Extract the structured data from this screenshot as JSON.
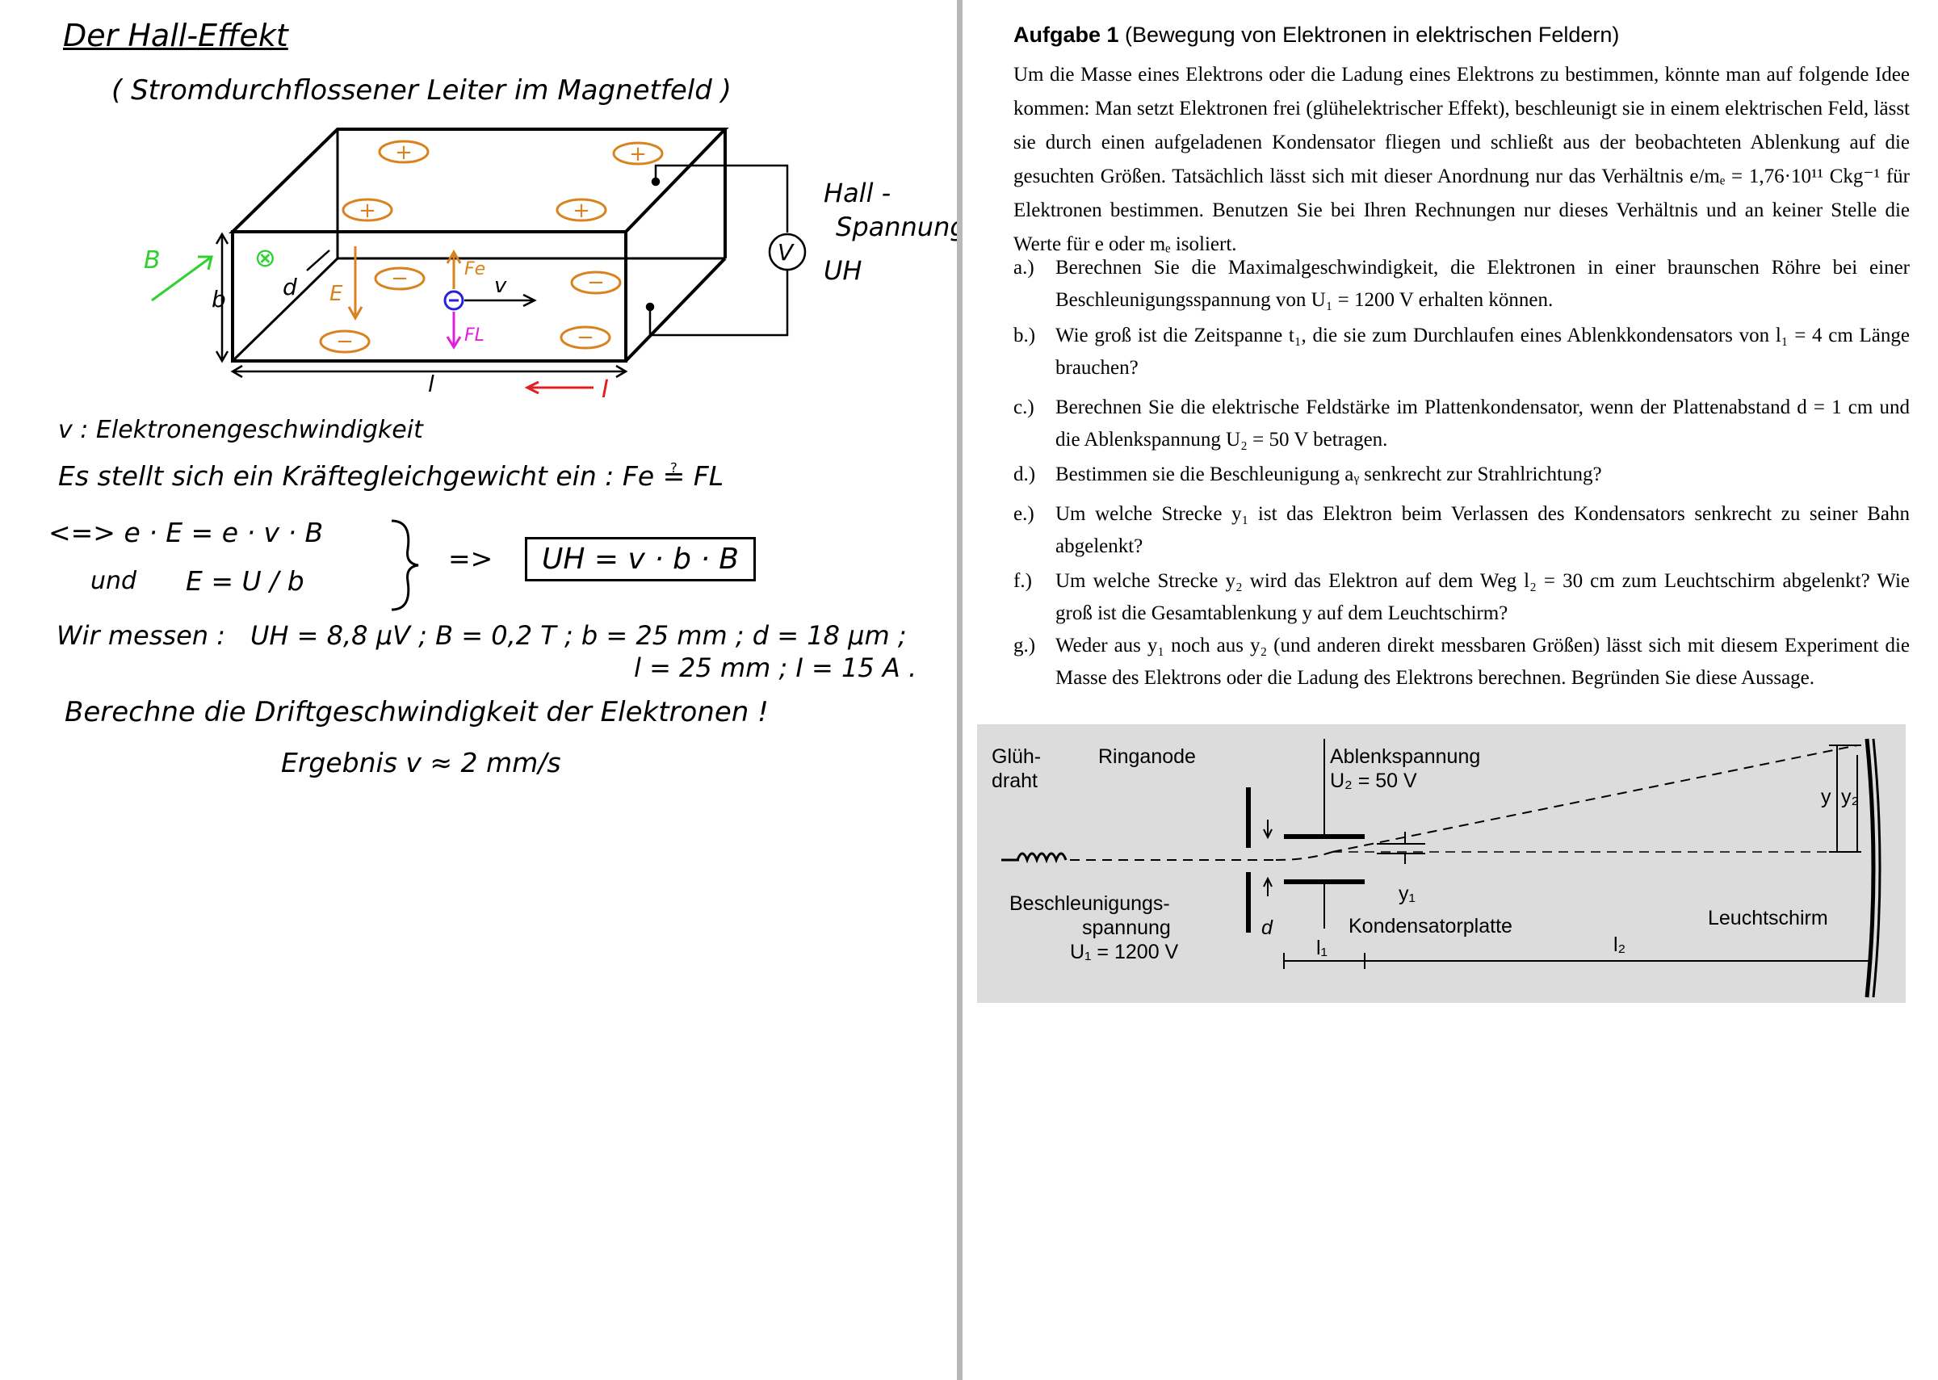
{
  "hall": {
    "title": "Der Hall-Effekt",
    "subtitle": "( Stromdurchflossener Leiter im Magnetfeld )",
    "diagram": {
      "b_vec": "B",
      "b_label": "b",
      "d_label": "d",
      "l_label": "l",
      "E_label": "E",
      "Fe_label": "Fe",
      "FL_label": "FL",
      "v_label": "v",
      "I_label": "I",
      "hall_label_1": "Hall -",
      "hall_label_2": "Spannung",
      "hall_symbol": "UH",
      "voltmeter": "V",
      "plus": "+",
      "minus": "−",
      "cross": "⊗"
    },
    "v_def": "v : Elektronengeschwindigkeit",
    "equilibrium": "Es stellt sich ein Kräftegleichgewicht ein :  Fe ≟ FL",
    "eq1": "<=>   e · E  =  e · v · B",
    "eq2_and": "und",
    "eq2": "E  =  U / b",
    "implies": "=>",
    "result_box": "UH = v · b · B",
    "measure_prefix": "Wir messen :",
    "measure_1": "UH = 8,8 μV  ;  B = 0,2 T  ;  b = 25 mm  ;  d = 18 μm ;",
    "measure_2": "l = 25 mm  ;  I = 15 A .",
    "task": "Berechne die Driftgeschwindigkeit der Elektronen !",
    "result": "Ergebnis   v ≈ 2 mm/s"
  },
  "aufgabe": {
    "number": "Aufgabe 1",
    "title": "(Bewegung von Elektronen in elektrischen Feldern)",
    "intro": "Um die Masse eines Elektrons oder die Ladung eines Elektrons zu bestimmen, könnte man auf folgende Idee kommen: Man setzt Elektronen frei (glühelektrischer Effekt), beschleunigt sie in einem elektrischen Feld, lässt sie durch einen aufgeladenen Kondensator fliegen und schließt aus der beobachteten Ablenkung auf die gesuchten Größen. Tatsächlich lässt sich mit dieser Anordnung nur das Verhältnis e/mₑ = 1,76·10¹¹ Ckg⁻¹ für Elektronen bestimmen. Benutzen Sie bei Ihren Rechnungen nur dieses Verhältnis und an keiner Stelle die Werte für e oder mₑ isoliert.",
    "questions": [
      {
        "label": "a.)",
        "text": "Berechnen Sie die Maximalgeschwindigkeit, die Elektronen in einer braunschen Röhre bei einer Beschleunigungsspannung von U₁ = 1200 V erhalten können."
      },
      {
        "label": "b.)",
        "text": "Wie groß ist die Zeitspanne t₁, die sie zum Durchlaufen eines Ablenkkondensators von l₁ = 4 cm Länge brauchen?"
      },
      {
        "label": "c.)",
        "text": "Berechnen Sie die elektrische Feldstärke im Plattenkondensator, wenn der Plattenabstand d = 1 cm und die Ablenkspannung U₂ = 50 V betragen."
      },
      {
        "label": "d.)",
        "text": "Bestimmen sie die Beschleunigung aᵧ senkrecht zur Strahlrichtung?"
      },
      {
        "label": "e.)",
        "text": "Um welche Strecke y₁ ist das Elektron beim Verlassen des Kondensators senkrecht zu seiner Bahn abgelenkt?"
      },
      {
        "label": "f.)",
        "text": "Um welche Strecke y₂ wird das Elektron auf dem Weg l₂ = 30 cm zum Leuchtschirm abgelenkt? Wie groß ist die Gesamtablenkung y auf dem Leuchtschirm?"
      },
      {
        "label": "g.)",
        "text": "Weder aus y₁ noch aus y₂ (und anderen direkt messbaren Größen) lässt sich mit diesem Experiment die Masse des Elektrons oder die Ladung des Elektrons berechnen. Begründen Sie diese Aussage."
      }
    ],
    "diagram": {
      "gluh1": "Glüh-",
      "gluh2": "draht",
      "ringanode": "Ringanode",
      "ablenk1": "Ablenkspannung",
      "ablenk2": "U₂ = 50 V",
      "beschl1": "Beschleunigungs-",
      "beschl2": "spannung",
      "beschl3": "U₁ = 1200 V",
      "d": "d",
      "y1": "y₁",
      "kondensator": "Kondensatorplatte",
      "l1": "l₁",
      "l2": "l₂",
      "leuchtschirm": "Leuchtschirm",
      "y": "y",
      "y2": "y₂"
    }
  }
}
